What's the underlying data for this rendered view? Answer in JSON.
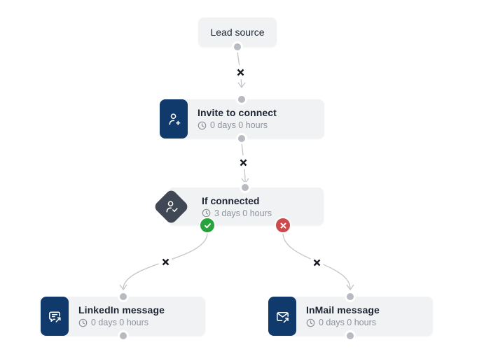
{
  "canvas": {
    "background": "#ffffff"
  },
  "colors": {
    "navy": "#10396c",
    "slate": "#3f4854",
    "node_bg": "#f1f2f4",
    "title_text": "#1d2534",
    "muted_text": "#8d929c",
    "connector": "#c3c5ca",
    "handle": "#b7bac0",
    "success": "#27a33e",
    "danger": "#cc4a4e",
    "delete_marker": "#171a20"
  },
  "nodes": {
    "lead_source": {
      "title": "Lead source"
    },
    "invite": {
      "title": "Invite to connect",
      "delay": "0 days 0 hours",
      "icon": "user-plus-icon"
    },
    "if_connected": {
      "title": "If connected",
      "delay": "3 days 0 hours",
      "icon": "user-check-icon",
      "yes_badge": "check-icon",
      "no_badge": "cross-icon"
    },
    "linkedin_message": {
      "title": "LinkedIn message",
      "delay": "0 days 0 hours",
      "icon": "message-share-icon"
    },
    "inmail_message": {
      "title": "InMail message",
      "delay": "0 days 0 hours",
      "icon": "mail-share-icon"
    }
  }
}
